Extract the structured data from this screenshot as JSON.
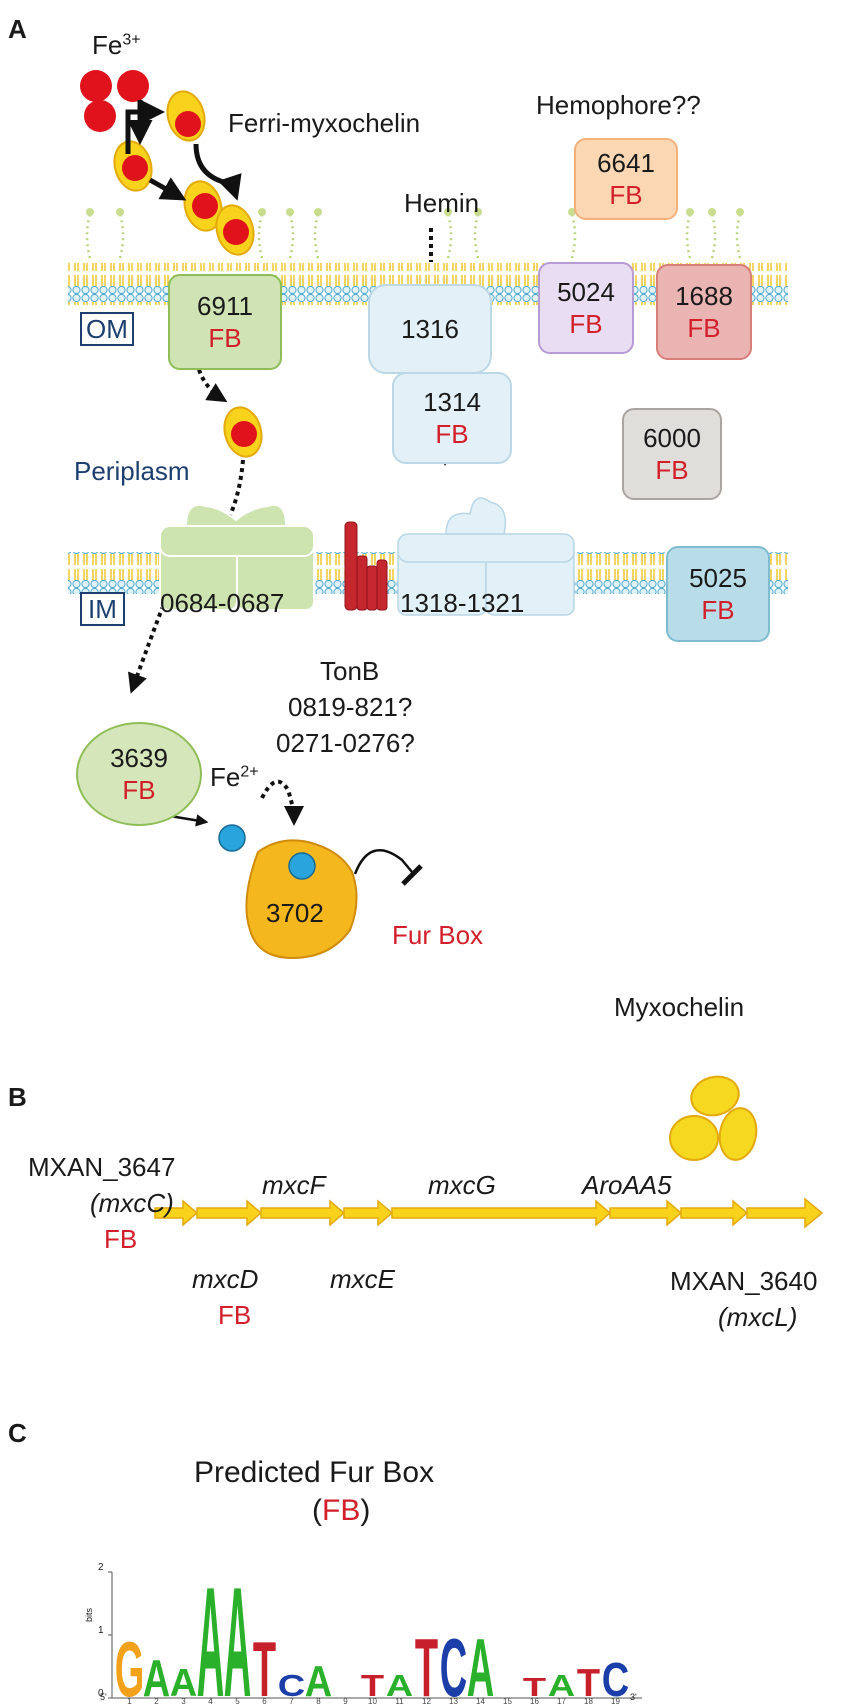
{
  "panels": {
    "a": "A",
    "b": "B",
    "c": "C"
  },
  "panel_a": {
    "fe3": "Fe",
    "fe3_sup": "3+",
    "ferri_myxochelin": "Ferri-myxochelin",
    "hemophore": "Hemophore??",
    "hemin": "Hemin",
    "om": "OM",
    "im": "IM",
    "periplasm": "Periplasm",
    "fb": "FB",
    "p6641": "6641",
    "p6911": "6911",
    "p1316": "1316",
    "p5024": "5024",
    "p1688": "1688",
    "p1314": "1314",
    "p6000": "6000",
    "p0684": "0684-0687",
    "p1318": "1318-1321",
    "p5025": "5025",
    "tonb": "TonB",
    "tonb_1": "0819-821?",
    "tonb_2": "0271-0276?",
    "p3639": "3639",
    "fe2": "Fe",
    "fe2_sup": "2+",
    "p3702": "3702",
    "furbox": "Fur Box"
  },
  "panel_b": {
    "myxochelin": "Myxochelin",
    "mxan3647": "MXAN_3647",
    "mxcC": "(mxcC)",
    "mxcF": "mxcF",
    "mxcG": "mxcG",
    "aroAA5": "AroAA5",
    "mxcD": "mxcD",
    "mxcE": "mxcE",
    "mxan3640": "MXAN_3640",
    "mxcL": "(mxcL)"
  },
  "panel_c": {
    "title": "Predicted Fur Box",
    "paren_open": "(",
    "fb": "FB",
    "paren_close": ")",
    "y_axis_label": "bits",
    "y_ticks": [
      "2",
      "1",
      "0"
    ],
    "positions": [
      "1",
      "2",
      "3",
      "4",
      "5",
      "6",
      "7",
      "8",
      "9",
      "10",
      "11",
      "12",
      "13",
      "14",
      "15",
      "16",
      "17",
      "18",
      "19"
    ],
    "end5": "5'",
    "end3": "3'",
    "letters": [
      "G",
      "A",
      "A",
      "A",
      "A",
      "T",
      "C",
      "A",
      "",
      "T",
      "A",
      "T",
      "C",
      "A",
      "",
      "T",
      "A",
      "T",
      "C"
    ],
    "heights": [
      0.9,
      0.6,
      0.45,
      1.8,
      1.8,
      0.9,
      0.35,
      0.5,
      0.0,
      0.35,
      0.35,
      0.95,
      0.95,
      0.95,
      0.0,
      0.3,
      0.35,
      0.45,
      0.55
    ],
    "colors": {
      "A": "#2bb02b",
      "C": "#1b3ea8",
      "G": "#f2a11a",
      "T": "#c8202a"
    }
  }
}
